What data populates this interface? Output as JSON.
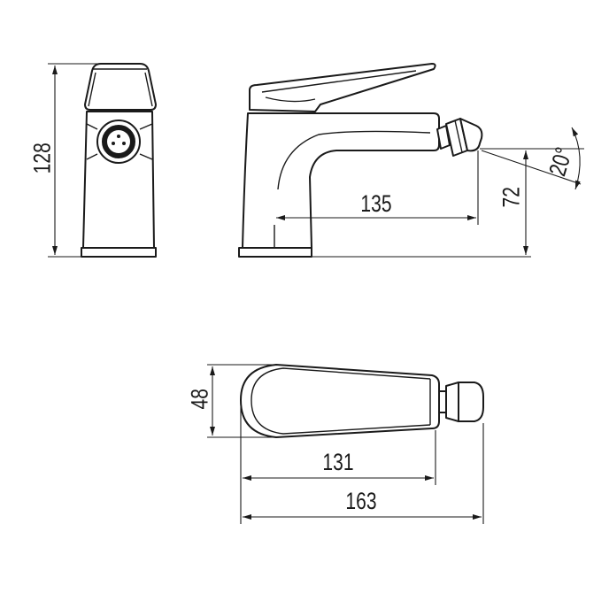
{
  "dimensions": {
    "height_total": "128",
    "outlet_height": "72",
    "spout_reach": "135",
    "spray_angle": "20°",
    "top_width": "48",
    "top_length_body": "131",
    "top_length_total": "163"
  }
}
